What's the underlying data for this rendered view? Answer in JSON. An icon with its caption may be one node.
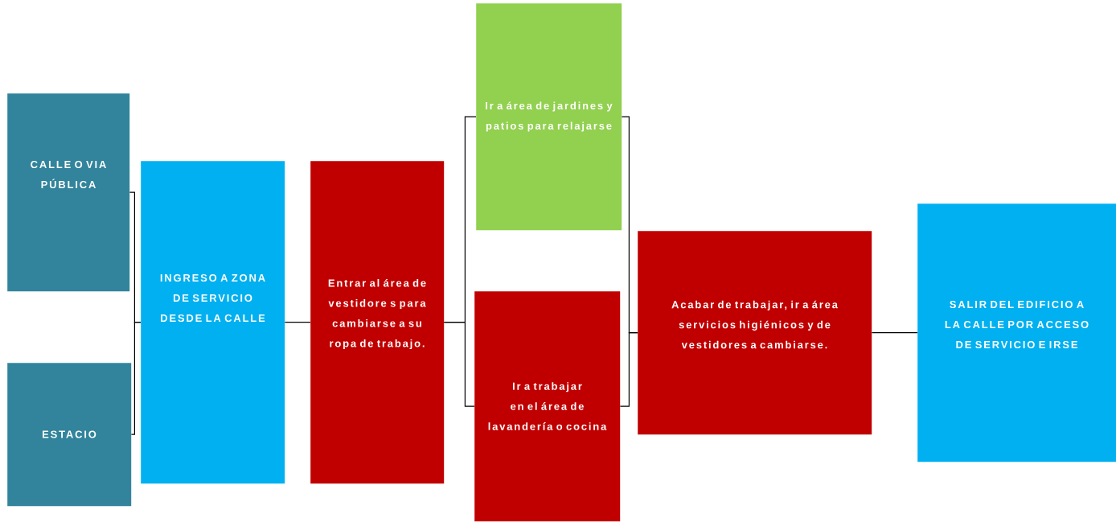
{
  "diagram": {
    "nodes": [
      {
        "text": [
          "CALLE O VIA PÚBLICA"
        ]
      },
      {
        "text": [
          "ESTACIO"
        ]
      },
      {
        "text": [
          "INGRESO A ZONA DE SERVICIO DESDE LA CALLE"
        ]
      },
      {
        "text": [
          "Entrar al área de vestidore s para cambiarse a su ropa de trabajo."
        ]
      },
      {
        "text": [
          "Ir a área de jardines y patios para relajarse"
        ]
      },
      {
        "text": [
          "Ir a trabajar en el área de lavandería o cocina"
        ]
      },
      {
        "text": [
          "Acabar de trabajar, ir a área servicios higiénicos y de vestidores a cambiarse."
        ]
      },
      {
        "text": [
          "SALIR DEL EDIFICIO A LA CALLE POR ACCESO DE SERVICIO E IRSE"
        ]
      }
    ],
    "edges": [
      {
        "from": 0,
        "to": 2,
        "arrow": "none"
      },
      {
        "from": 1,
        "to": 2,
        "arrow": "none"
      },
      {
        "from": 2,
        "to": 3,
        "arrow": "none"
      },
      {
        "from": 3,
        "to": 4,
        "arrow": "none"
      },
      {
        "from": 3,
        "to": 5,
        "arrow": "none"
      },
      {
        "from": 4,
        "to": 6,
        "arrow": "none"
      },
      {
        "from": 5,
        "to": 6,
        "arrow": "none"
      },
      {
        "from": 6,
        "to": 7,
        "arrow": "none"
      }
    ]
  }
}
